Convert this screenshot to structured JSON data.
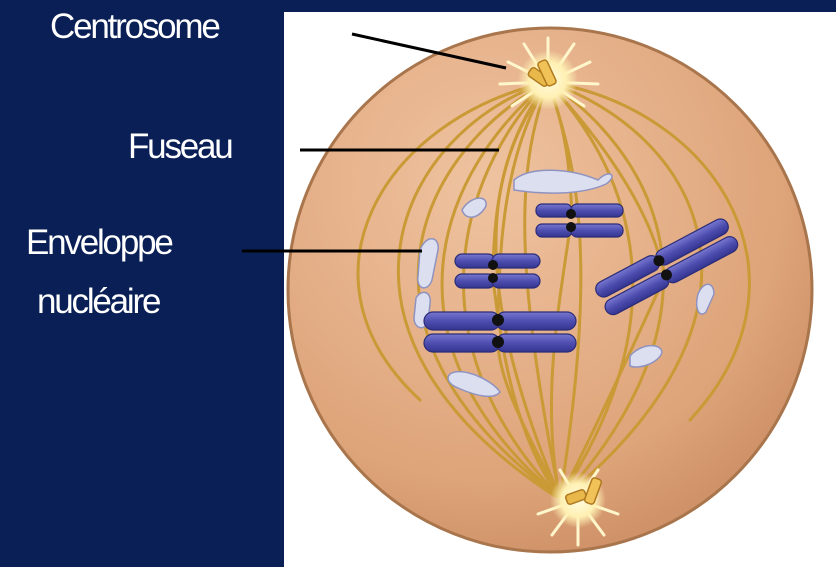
{
  "labels": {
    "centrosome": "Centrosome",
    "fuseau": "Fuseau",
    "enveloppe_line1": "Enveloppe",
    "enveloppe_line2": "nucléaire"
  },
  "colors": {
    "background": "#0a1f56",
    "panel": "#ffffff",
    "cytoplasm": "#e0a97d",
    "cell_border": "#a8754c",
    "spindle_fiber": "#c99a35",
    "centrosome_glow": "#fff4c2",
    "centriole": "#e9b84a",
    "chromosome": "#4848a8",
    "centromere": "#111111",
    "nuclear_envelope": "#dcdff0",
    "leader_line": "#000000"
  }
}
